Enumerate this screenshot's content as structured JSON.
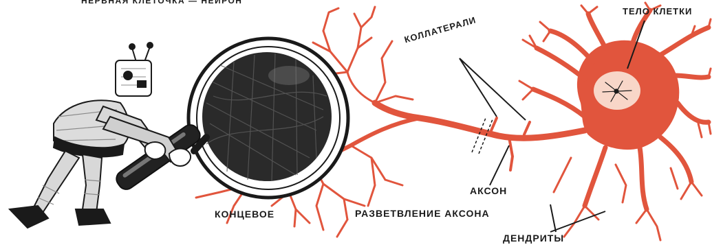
{
  "title": "НЕРВНАЯ КЛЕТОЧКА — НЕЙРОН",
  "labels": {
    "cell_body": "ТЕЛО КЛЕТКИ",
    "collaterals": "КОЛЛАТЕРАЛИ",
    "axon": "АКСОН",
    "terminal_word1": "КОНЦЕВОЕ",
    "terminal_word2": "РАЗВЕТВЛЕНИЕ АКСОНА",
    "dendrites": "ДЕНДРИТЫ"
  },
  "colors": {
    "neuron": "#e1553d",
    "nucleus": "#f8d6c8",
    "ink": "#1a1a1a",
    "paper": "#ffffff"
  }
}
